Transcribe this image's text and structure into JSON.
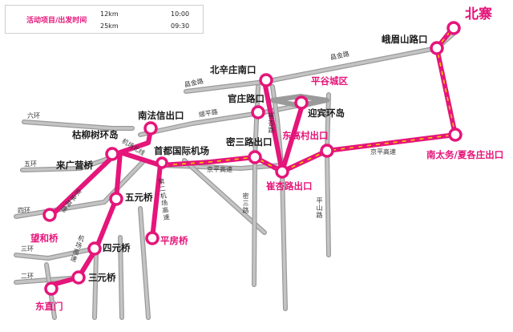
{
  "legend": {
    "title": "活动项目/出发时间",
    "routes": [
      {
        "distance": "12km",
        "time": "10:00",
        "color": "#1e6fc9"
      },
      {
        "distance": "25km",
        "time": "09:30",
        "color": "#e5157a"
      }
    ]
  },
  "destination": "北寨",
  "stops": {
    "ememeishan_exit": "峨眉山路口",
    "beixinzhuang_south": "北辛庄南口",
    "pinggu_district": "平谷城区",
    "guanzhuang_exit": "官庄路口",
    "yingbin_roundabout": "迎宾环岛",
    "nanfaxin_exit": "南法信出口",
    "kuliushu_roundabout": "枯柳树环岛",
    "capital_airport": "首都国际机场",
    "misan_exit": "密三路出口",
    "donggaocun_exit": "东高村出口",
    "cuixing_exit": "崔杏路出口",
    "nantaiwu_exit": "南太务/夏各庄出口",
    "laiguangying_bridge": "来广营桥",
    "wuyuan_bridge": "五元桥",
    "wanghe_bridge": "望和桥",
    "pingfang_bridge": "平房桥",
    "siyuan_bridge": "四元桥",
    "sanyuan_bridge": "三元桥",
    "dongzhimen": "东直门"
  },
  "roads": {
    "changjin_1": "昌金路",
    "changjin_2": "昌金路",
    "shunping": "顺平路",
    "cuixing": "崔杏路",
    "ring6": "六环",
    "ring5": "五环",
    "ring4": "四环",
    "ring3": "三环",
    "ring2": "二环",
    "airport_north": "机场北线",
    "jingping_1": "京平高速",
    "jingping_2": "京平高速",
    "jingcheng": "京承高速",
    "airport_2nd": "第二机场高速",
    "misan": "密三路",
    "pingshan": "平山路",
    "airport_expy": "机场高速"
  }
}
